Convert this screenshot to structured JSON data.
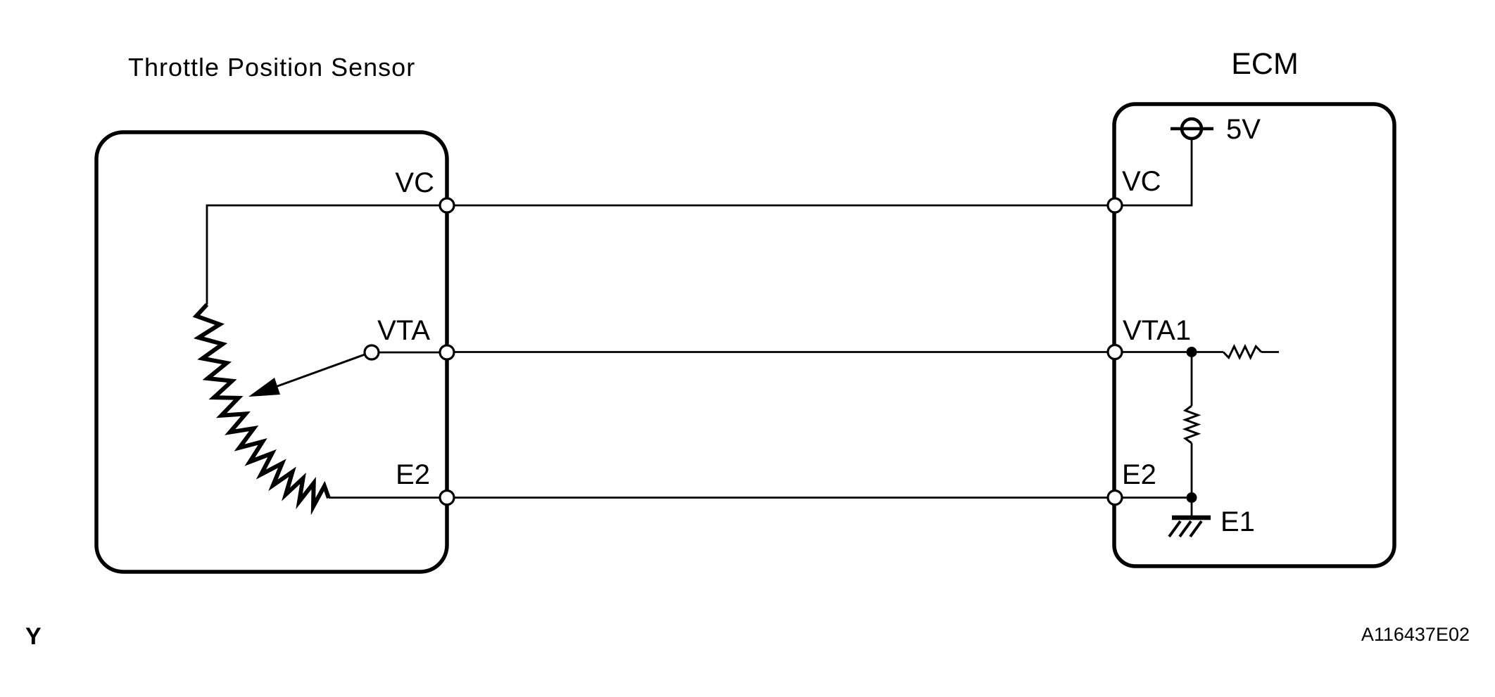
{
  "sensor": {
    "title": "Throttle Position Sensor",
    "terminals": {
      "vc": "VC",
      "vta": "VTA",
      "e2": "E2"
    }
  },
  "ecm": {
    "title": "ECM",
    "supply_label": "5V",
    "terminals": {
      "vc": "VC",
      "vta1": "VTA1",
      "e2": "E2",
      "e1": "E1"
    }
  },
  "footer": {
    "figure_marker": "Y",
    "figure_code": "A116437E02"
  },
  "colors": {
    "ink": "#000000",
    "background": "#ffffff"
  }
}
